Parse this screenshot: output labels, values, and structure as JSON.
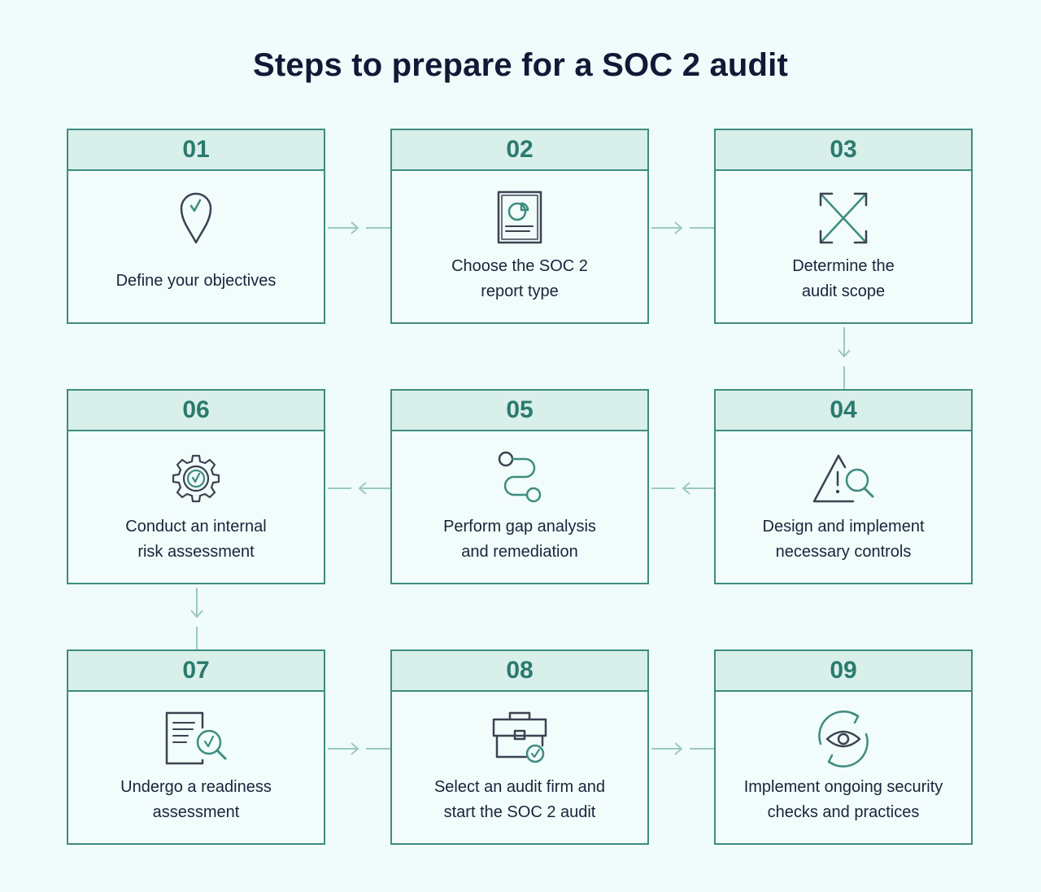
{
  "title": "Steps to prepare for a SOC 2 audit",
  "colors": {
    "background": "#effcfb",
    "accent": "#3e8c7f",
    "header_fill": "#d9efea",
    "number_text": "#2a7a6d",
    "icon_dark": "#3b4250",
    "icon_accent": "#3e8c7f",
    "connector": "#9cc9bf"
  },
  "steps": [
    {
      "number": "01",
      "label": "Define your objectives",
      "icon": "location-pin-check-icon"
    },
    {
      "number": "02",
      "label": "Choose the SOC 2\nreport type",
      "icon": "report-pie-chart-icon"
    },
    {
      "number": "03",
      "label": "Determine the\naudit scope",
      "icon": "expand-arrows-icon"
    },
    {
      "number": "04",
      "label": "Design and implement\nnecessary controls",
      "icon": "warning-magnifier-icon"
    },
    {
      "number": "05",
      "label": "Perform gap analysis\nand remediation",
      "icon": "path-nodes-icon"
    },
    {
      "number": "06",
      "label": "Conduct an internal\nrisk assessment",
      "icon": "gear-check-icon"
    },
    {
      "number": "07",
      "label": "Undergo a readiness\nassessment",
      "icon": "document-magnifier-check-icon"
    },
    {
      "number": "08",
      "label": "Select an audit firm and\nstart the SOC 2 audit",
      "icon": "briefcase-check-icon"
    },
    {
      "number": "09",
      "label": "Implement ongoing security\nchecks and practices",
      "icon": "eye-cycle-icon"
    }
  ]
}
